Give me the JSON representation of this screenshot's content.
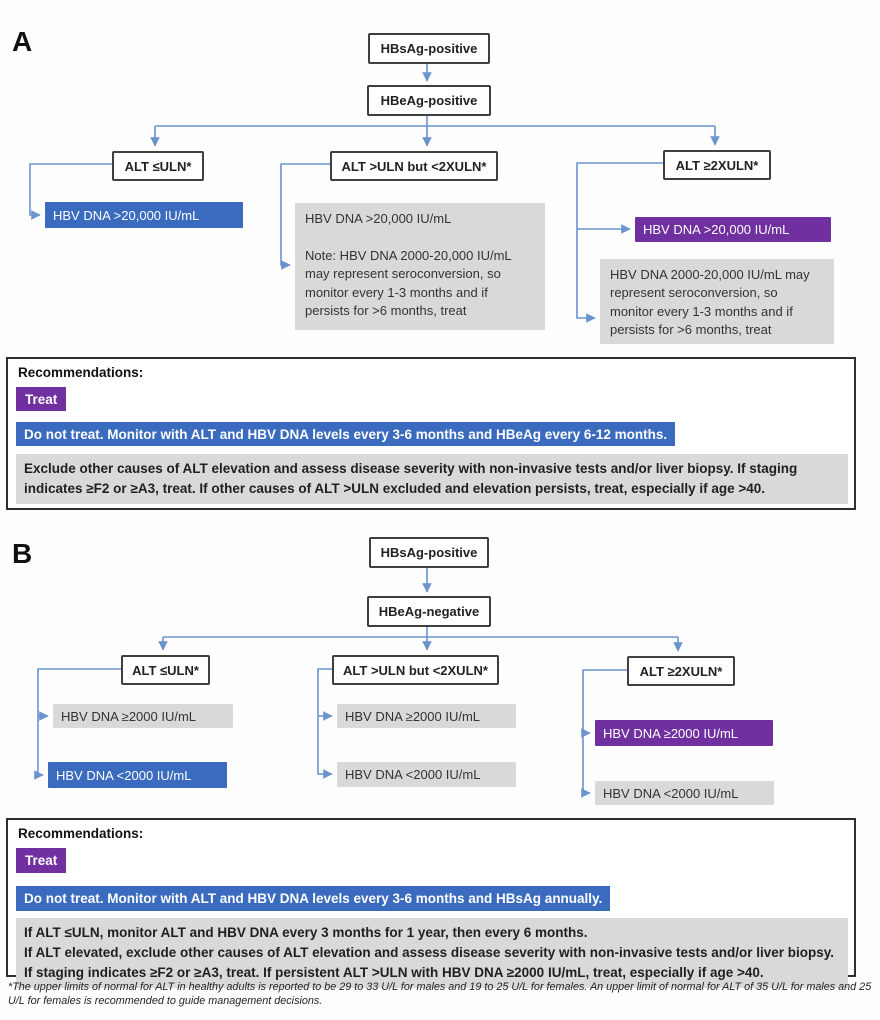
{
  "colors": {
    "blue": "#3a6bbf",
    "purple": "#7030a0",
    "gray": "#d9d9d9",
    "line": "#6b93ce",
    "border": "#3f3f3f"
  },
  "panelA": {
    "label": "A",
    "root": "HBsAg-positive",
    "status": "HBeAg-positive",
    "branches": [
      {
        "condition": "ALT ≤ULN*",
        "results": [
          {
            "text": "HBV DNA >20,000 IU/mL",
            "style": "blue"
          }
        ]
      },
      {
        "condition": "ALT >ULN but <2XULN*",
        "results": [
          {
            "text": "HBV DNA >20,000 IU/mL\n\nNote: HBV DNA 2000-20,000 IU/mL may represent seroconversion, so monitor every 1-3 months and if persists for >6 months, treat",
            "style": "gray"
          }
        ]
      },
      {
        "condition": "ALT ≥2XULN*",
        "results": [
          {
            "text": "HBV DNA >20,000 IU/mL",
            "style": "purple"
          },
          {
            "text": "HBV DNA 2000-20,000 IU/mL may represent seroconversion, so monitor every 1-3 months and if persists for >6 months, treat",
            "style": "gray"
          }
        ]
      }
    ],
    "recommendations": {
      "heading": "Recommendations:",
      "treat": "Treat",
      "do_not_treat": "Do not treat. Monitor with ALT and HBV DNA levels every 3-6 months and HBeAg every 6-12 months.",
      "evaluate": "Exclude other causes of ALT elevation and assess disease severity with non-invasive tests and/or liver biopsy. If staging indicates ≥F2 or ≥A3, treat. If other causes of ALT >ULN excluded and elevation persists, treat, especially if age >40."
    }
  },
  "panelB": {
    "label": "B",
    "root": "HBsAg-positive",
    "status": "HBeAg-negative",
    "branches": [
      {
        "condition": "ALT ≤ULN*",
        "results": [
          {
            "text": "HBV DNA ≥2000 IU/mL",
            "style": "gray"
          },
          {
            "text": "HBV DNA <2000 IU/mL",
            "style": "blue"
          }
        ]
      },
      {
        "condition": "ALT >ULN but <2XULN*",
        "results": [
          {
            "text": "HBV DNA ≥2000 IU/mL",
            "style": "gray"
          },
          {
            "text": "HBV DNA <2000 IU/mL",
            "style": "gray"
          }
        ]
      },
      {
        "condition": "ALT ≥2XULN*",
        "results": [
          {
            "text": "HBV DNA ≥2000 IU/mL",
            "style": "purple"
          },
          {
            "text": "HBV DNA <2000 IU/mL",
            "style": "gray"
          }
        ]
      }
    ],
    "recommendations": {
      "heading": "Recommendations:",
      "treat": "Treat",
      "do_not_treat": "Do not treat. Monitor with ALT and HBV DNA levels every 3-6 months and HBsAg annually.",
      "evaluate": "If ALT ≤ULN, monitor ALT and HBV DNA every 3 months for 1 year, then every 6 months.\nIf ALT elevated, exclude other causes of ALT elevation and assess disease severity with non-invasive tests and/or liver biopsy. If staging indicates ≥F2 or ≥A3, treat. If persistent ALT >ULN with HBV DNA ≥2000 IU/mL, treat, especially if age >40."
    }
  },
  "footnote": "*The upper limits of normal for ALT in healthy adults is reported to be 29 to 33 U/L for males and 19 to 25 U/L for females. An upper limit of normal for ALT of 35 U/L for males and 25 U/L for females is recommended to guide management decisions."
}
